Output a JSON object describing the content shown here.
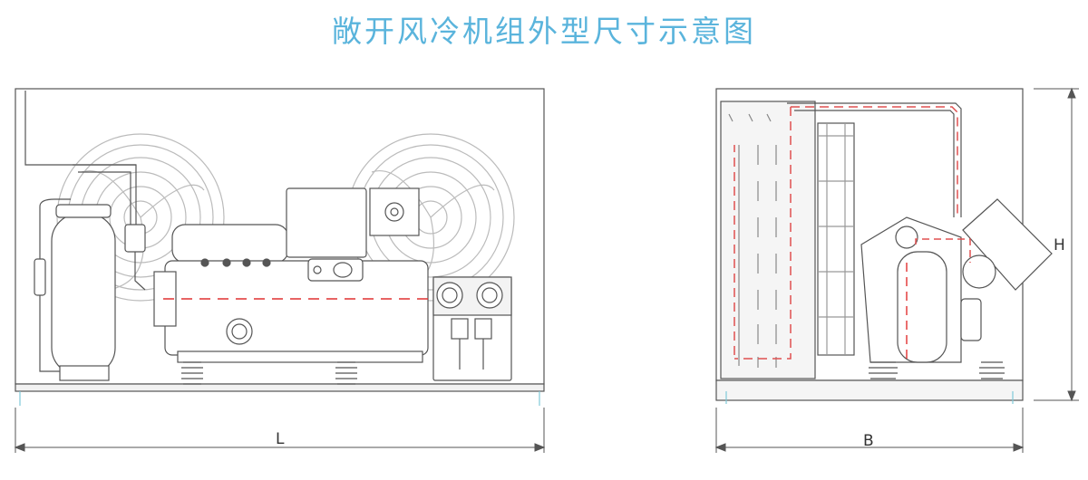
{
  "title": "敞开风冷机组外型尺寸示意图",
  "front_view": {
    "length_label": "L"
  },
  "side_view": {
    "width_label": "B",
    "height_label": "H"
  },
  "colors": {
    "title": "#5ab4dc",
    "line": "#555555",
    "refrigerant_pipe": "#e05050",
    "center_line": "#e03030",
    "foot_marker": "#7fc9d8",
    "panel_fill": "#f5f5f5"
  }
}
